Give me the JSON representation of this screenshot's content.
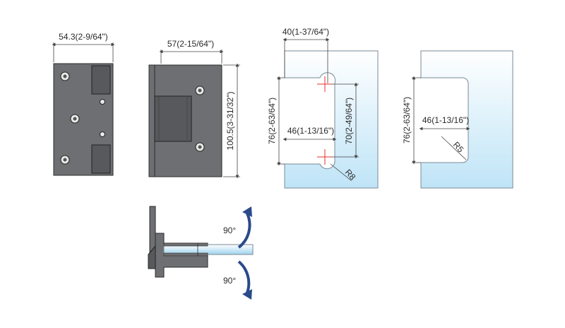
{
  "colors": {
    "metal": "#6e6f72",
    "glass_top": "#ffffff",
    "glass_bottom": "#bfe4f7",
    "arrow": "#2b4a8a",
    "center_mark": "#e4312b"
  },
  "dimensions": {
    "plate_width": "54.3(2-9/64\")",
    "hinge_width": "57(2-15/64\")",
    "hinge_height": "100.5(3-31/32\")",
    "cutout_offset": "40(1-37/64\")",
    "cutout_height_1": "76(2-63/64\")",
    "cutout_depth_1": "46(1-13/16\")",
    "hole_spacing": "70(2-49/64\")",
    "radius_1": "R8",
    "cutout_height_2": "76(2-63/64\")",
    "cutout_depth_2": "46(1-13/16\")",
    "radius_2": "R5"
  },
  "rotation": {
    "angle_up": "90°",
    "angle_down": "90°"
  }
}
